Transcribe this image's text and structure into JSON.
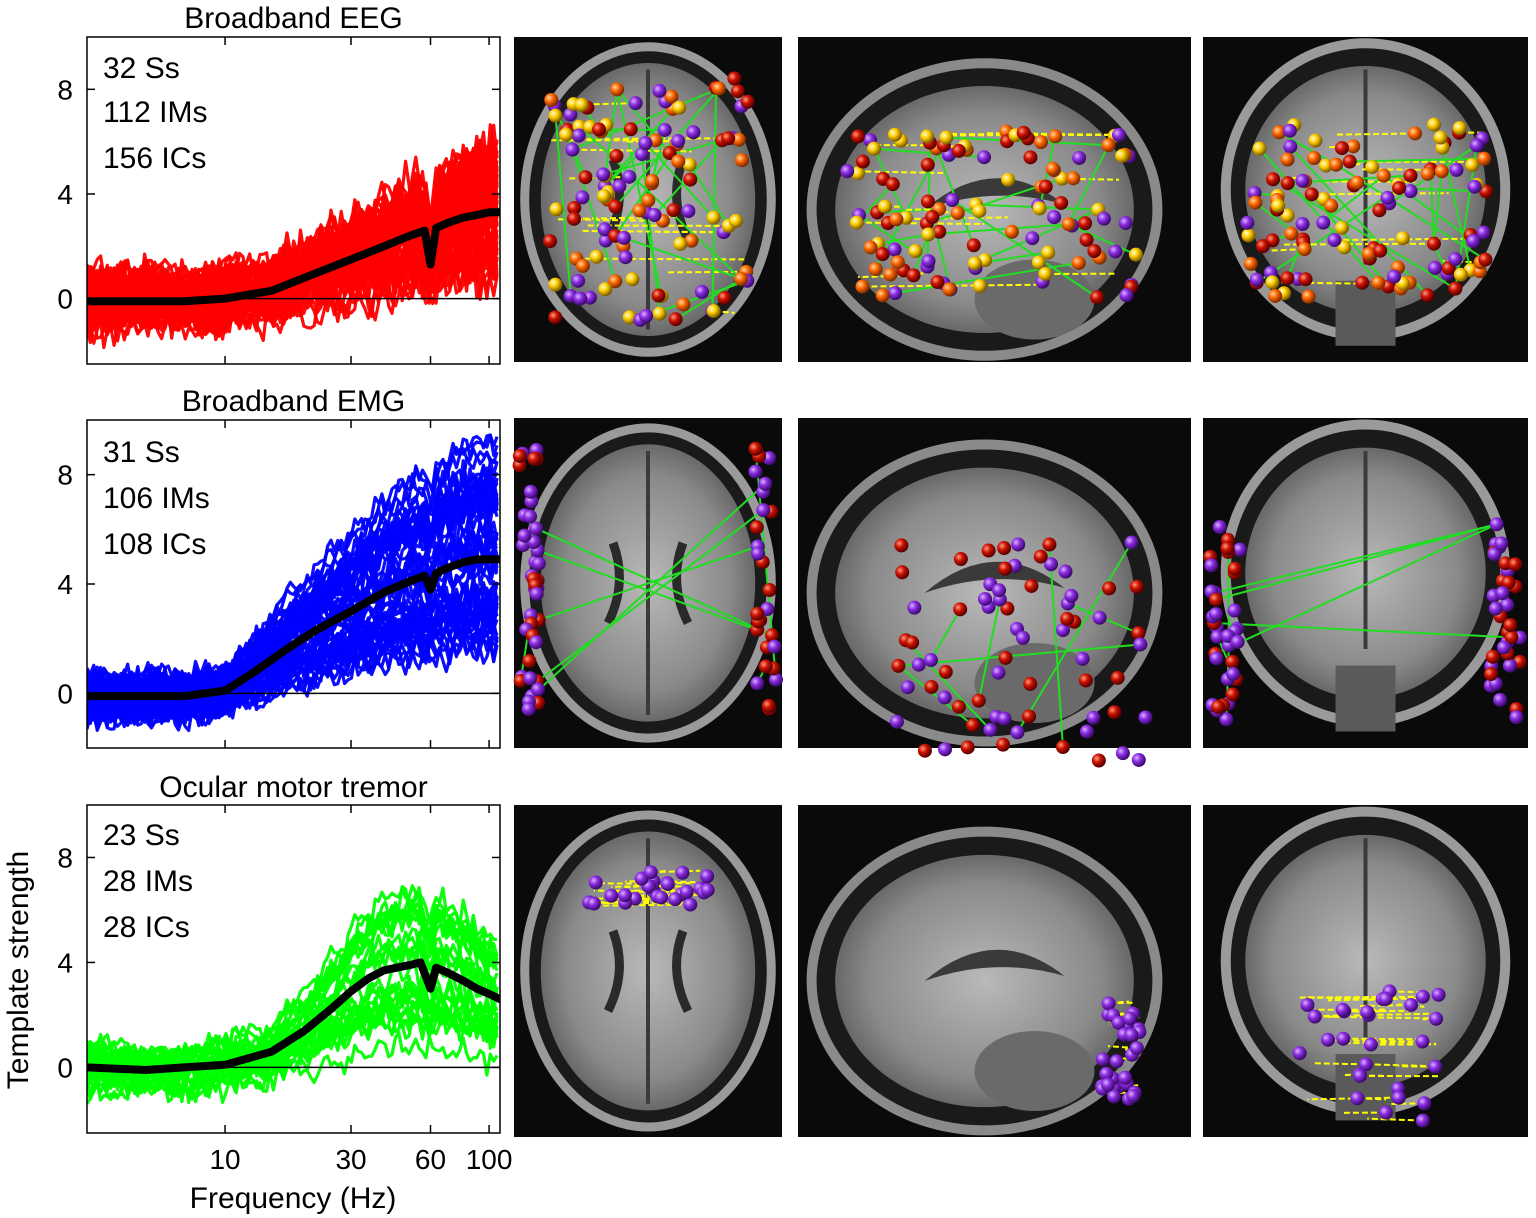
{
  "figure": {
    "ylabel": "Template strength",
    "xlabel": "Frequency (Hz)"
  },
  "chart_data": [
    {
      "type": "line",
      "title": "Broadband EEG",
      "annotations": [
        "32 Ss",
        "112 IMs",
        "156 ICs"
      ],
      "xlabel": "Frequency (Hz)",
      "ylabel": "Template strength",
      "x_ticks": [
        10,
        30,
        60,
        100
      ],
      "y_ticks": [
        0,
        4,
        8
      ],
      "xlim": [
        3,
        110
      ],
      "ylim": [
        -2.5,
        10
      ],
      "log_x": true,
      "grid": false,
      "color": "#ff0000",
      "series": [
        {
          "x": [
            3,
            5,
            7,
            10,
            15,
            20,
            30,
            40,
            50,
            57,
            60,
            63,
            70,
            80,
            90,
            100,
            110
          ],
          "y": [
            -0.1,
            -0.1,
            -0.1,
            0.0,
            0.3,
            0.8,
            1.5,
            2.0,
            2.4,
            2.6,
            1.3,
            2.7,
            2.9,
            3.1,
            3.2,
            3.3,
            3.3
          ]
        }
      ]
    },
    {
      "type": "line",
      "title": "Broadband EMG",
      "annotations": [
        "31 Ss",
        "106 IMs",
        "108 ICs"
      ],
      "xlabel": "Frequency (Hz)",
      "ylabel": "Template strength",
      "x_ticks": [
        10,
        30,
        60,
        100
      ],
      "y_ticks": [
        0,
        4,
        8
      ],
      "xlim": [
        3,
        110
      ],
      "ylim": [
        -2,
        10
      ],
      "log_x": true,
      "grid": false,
      "color": "#0000ff",
      "series": [
        {
          "x": [
            3,
            5,
            7,
            10,
            13,
            17,
            22,
            30,
            40,
            50,
            57,
            60,
            63,
            70,
            80,
            90,
            100,
            110
          ],
          "y": [
            -0.1,
            -0.1,
            -0.1,
            0.1,
            0.8,
            1.6,
            2.3,
            3.0,
            3.7,
            4.1,
            4.3,
            3.8,
            4.4,
            4.6,
            4.8,
            4.9,
            4.9,
            4.9
          ]
        }
      ]
    },
    {
      "type": "line",
      "title": "Ocular motor tremor",
      "annotations": [
        "23 Ss",
        "28 IMs",
        "28 ICs"
      ],
      "xlabel": "Frequency (Hz)",
      "ylabel": "Template strength",
      "x_ticks": [
        10,
        30,
        60,
        100
      ],
      "y_ticks": [
        0,
        4,
        8
      ],
      "xlim": [
        3,
        110
      ],
      "ylim": [
        -2.5,
        10
      ],
      "log_x": true,
      "grid": false,
      "color": "#00ff00",
      "series": [
        {
          "x": [
            3,
            5,
            7,
            10,
            15,
            20,
            25,
            30,
            35,
            40,
            50,
            55,
            60,
            63,
            70,
            80,
            90,
            100,
            110
          ],
          "y": [
            0.0,
            -0.1,
            0.0,
            0.1,
            0.6,
            1.4,
            2.2,
            2.9,
            3.4,
            3.7,
            3.9,
            4.0,
            3.0,
            3.8,
            3.6,
            3.3,
            3.0,
            2.8,
            2.6
          ]
        }
      ]
    }
  ],
  "brain_panels": [
    {
      "row": "Broadband EEG",
      "views": [
        "axial",
        "sagittal",
        "coronal"
      ],
      "dipole_colors": [
        "#8a2be2",
        "#cc1100",
        "#ff6600",
        "#ffcc00"
      ],
      "link_colors": [
        "#22dd22",
        "#ffff00"
      ]
    },
    {
      "row": "Broadband EMG",
      "views": [
        "axial",
        "sagittal",
        "coronal"
      ],
      "dipole_colors": [
        "#8a2be2",
        "#cc1100"
      ],
      "link_colors": [
        "#22dd22"
      ]
    },
    {
      "row": "Ocular motor tremor",
      "views": [
        "axial",
        "sagittal",
        "coronal"
      ],
      "dipole_colors": [
        "#8a2be2"
      ],
      "link_colors": [
        "#ffff00"
      ]
    }
  ]
}
